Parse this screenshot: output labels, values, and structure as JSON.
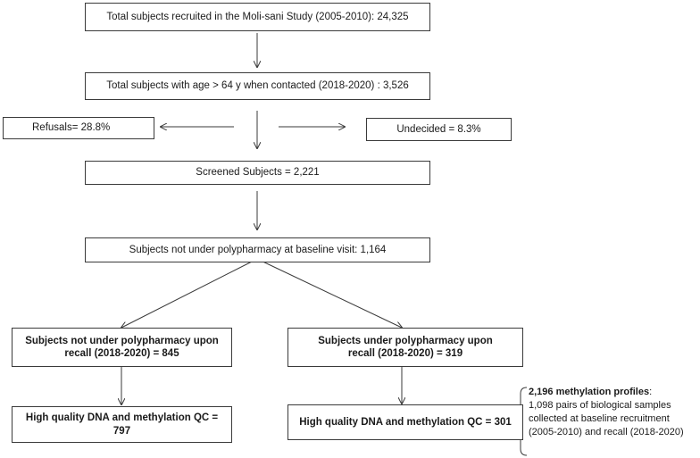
{
  "boxes": {
    "recruited": "Total subjects recruited in the Moli-sani Study (2005-2010): 24,325",
    "age": "Total subjects with age > 64 y when contacted (2018-2020) : 3,526",
    "refusals": "Refusals= 28.8%",
    "undecided": "Undecided = 8.3%",
    "screened": "Screened Subjects = 2,221",
    "baseline": "Subjects not under polypharmacy at baseline visit: 1,164",
    "not_poly_recall": "Subjects not under polypharmacy upon recall (2018-2020) = 845",
    "poly_recall": "Subjects under polypharmacy upon recall (2018-2020) = 319",
    "hq_left": "High quality DNA and methylation QC = 797",
    "hq_right": "High quality DNA and methylation QC = 301"
  },
  "note": {
    "heading": "2,196 methylation profiles",
    "heading_suffix": ":",
    "body": "1,098 pairs of biological samples collected at baseline recruitment (2005-2010) and recall (2018-2020)"
  },
  "colors": {
    "border": "#3a3a3a",
    "arrow": "#3a3a3a",
    "text": "#1a1a1a"
  }
}
